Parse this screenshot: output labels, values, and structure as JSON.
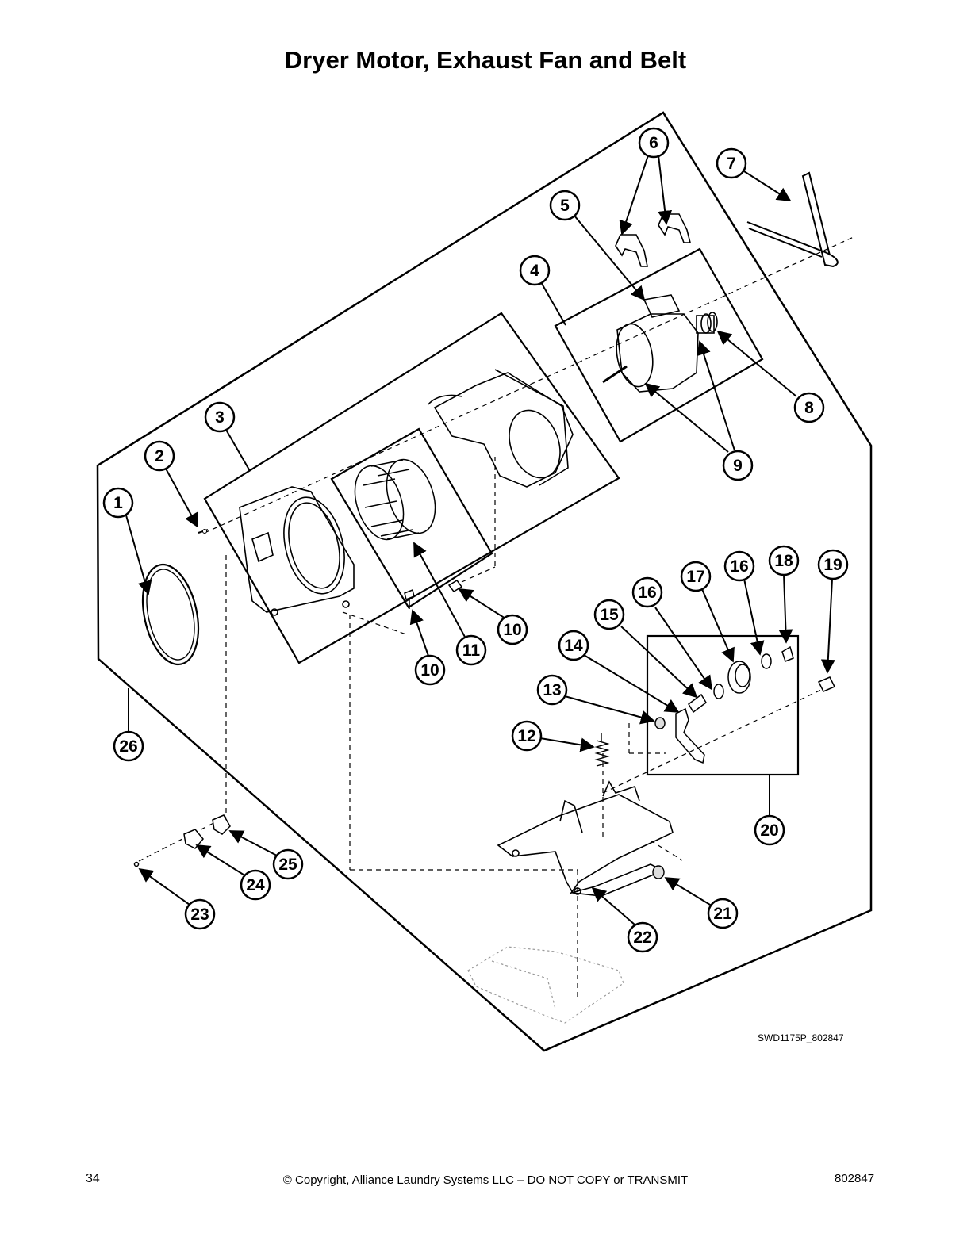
{
  "title": "Dryer Motor, Exhaust Fan and Belt",
  "callouts": [
    "1",
    "2",
    "3",
    "4",
    "5",
    "6",
    "7",
    "8",
    "9",
    "10",
    "10",
    "11",
    "12",
    "13",
    "14",
    "15",
    "16",
    "16",
    "17",
    "18",
    "19",
    "20",
    "21",
    "22",
    "23",
    "24",
    "25",
    "26"
  ],
  "image_code": "SWD1175P_802847",
  "footer": {
    "page_number": "34",
    "copyright": "© Copyright, Alliance Laundry Systems LLC – DO NOT COPY or TRANSMIT",
    "doc_number": "802847"
  }
}
